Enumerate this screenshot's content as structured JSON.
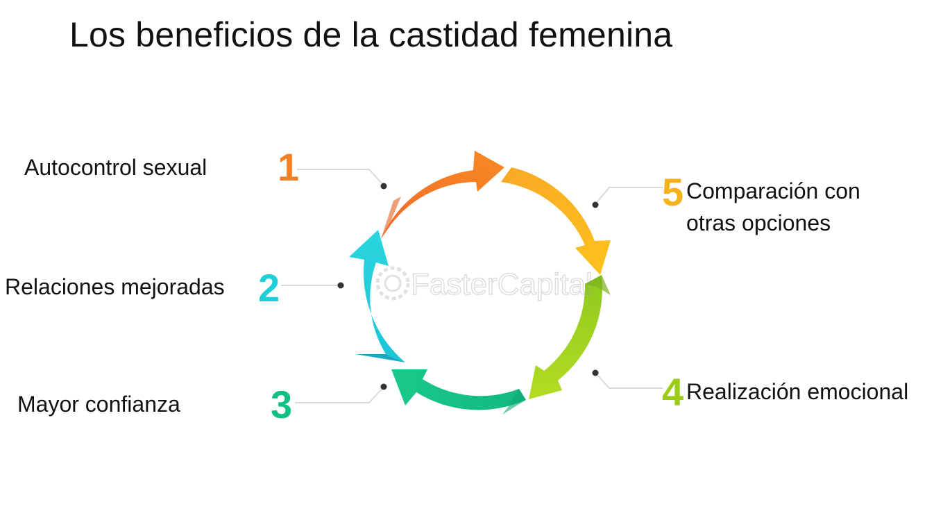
{
  "title": "Los beneficios de la castidad femenina",
  "watermark": "FasterCapital",
  "steps": [
    {
      "number": "1",
      "label": "Autocontrol sexual",
      "color": "#f47f25"
    },
    {
      "number": "2",
      "label": "Relaciones mejoradas",
      "color": "#1fcfd8"
    },
    {
      "number": "3",
      "label": "Mayor confianza",
      "color": "#14bf86"
    },
    {
      "number": "4",
      "label": "Realización emocional",
      "color": "#9ccc17"
    },
    {
      "number": "5",
      "label_line1": "Comparación con",
      "label_line2": "otras opciones",
      "color": "#f7b21b"
    }
  ]
}
